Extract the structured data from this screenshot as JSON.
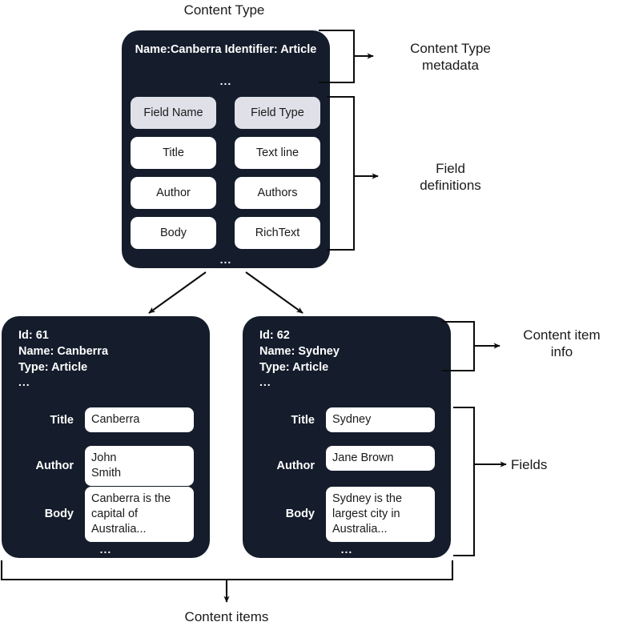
{
  "diagram": {
    "title": "Content Type",
    "bottom_label": "Content items"
  },
  "content_type": {
    "metadata": "Name:Canberra\nIdentifier: Article",
    "metadata_more": "...",
    "field_table": {
      "headers": [
        "Field Name",
        "Field Type"
      ],
      "rows": [
        [
          "Title",
          "Text line"
        ],
        [
          "Author",
          "Authors"
        ],
        [
          "Body",
          "RichText"
        ]
      ],
      "more": "..."
    },
    "callouts": {
      "metadata_label": "Content Type\nmetadata",
      "fields_label": "Field\ndefinitions"
    }
  },
  "content_items": [
    {
      "info": "Id: 61\nName: Canberra\nType: Article",
      "info_more": "...",
      "fields": [
        {
          "label": "Title",
          "value": "Canberra"
        },
        {
          "label": "Author",
          "value": "John\nSmith"
        },
        {
          "label": "Body",
          "value": "Canberra is the\ncapital of\nAustralia..."
        }
      ],
      "fields_more": "..."
    },
    {
      "info": "Id: 62\nName: Sydney\nType: Article",
      "info_more": "...",
      "fields": [
        {
          "label": "Title",
          "value": "Sydney"
        },
        {
          "label": "Author",
          "value": "Jane Brown"
        },
        {
          "label": "Body",
          "value": "Sydney is the\nlargest city in\nAustralia..."
        }
      ],
      "fields_more": "..."
    }
  ],
  "item_callouts": {
    "info_label": "Content item\ninfo",
    "fields_label": "Fields"
  },
  "colors": {
    "card_bg": "#151d2c",
    "header_chip_bg": "#dfe0e8",
    "chip_bg": "#ffffff",
    "text_dark": "#1a1a1a",
    "text_light": "#ffffff",
    "stroke": "#0d0d0d"
  }
}
